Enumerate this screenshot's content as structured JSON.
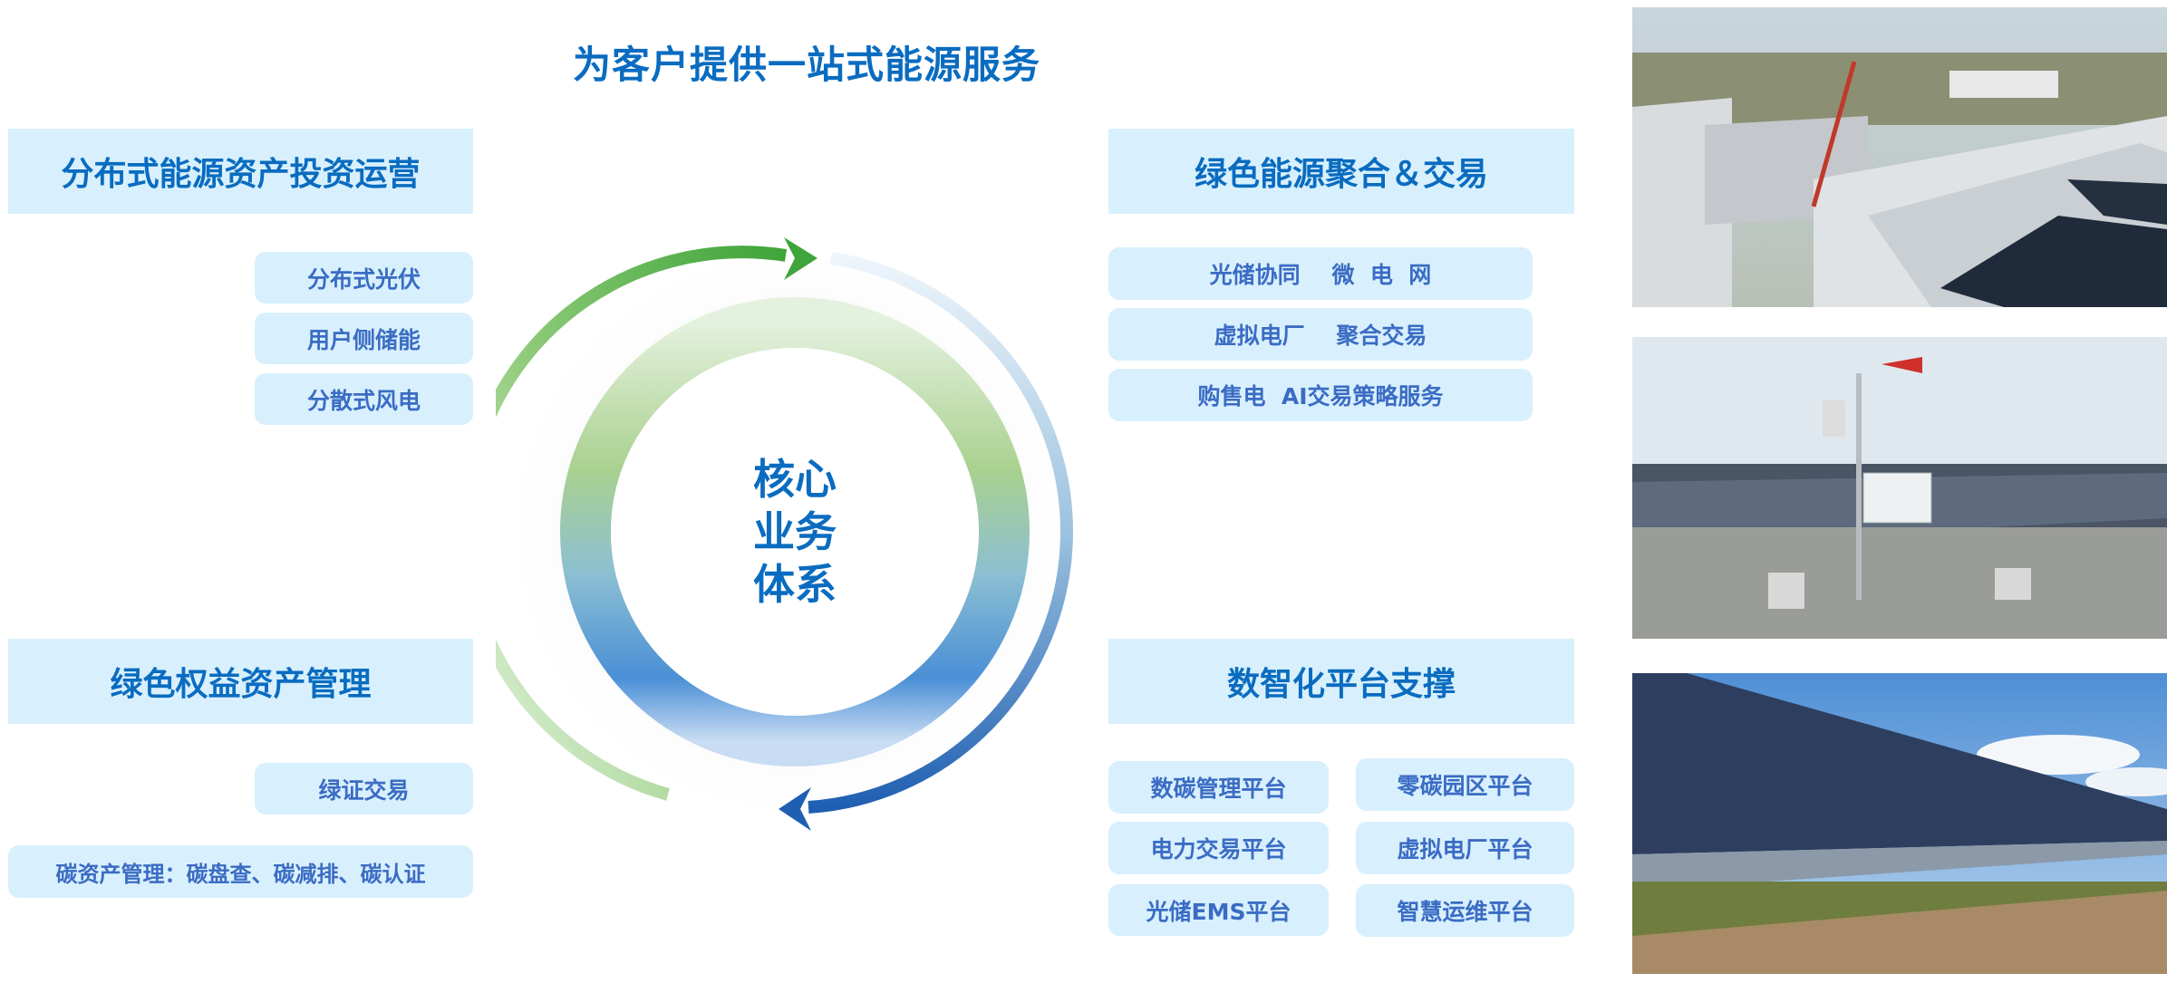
{
  "title": "为客户提供一站式能源服务",
  "center": {
    "line1": "核心",
    "line2": "业务",
    "line3": "体系"
  },
  "sections": {
    "distributed": {
      "header": "分布式能源资产投资运营",
      "items": [
        "分布式光伏",
        "用户侧储能",
        "分散式风电"
      ]
    },
    "green_rights": {
      "header": "绿色权益资产管理",
      "items": [
        "绿证交易",
        "碳资产管理：碳盘查、碳减排、碳认证"
      ]
    },
    "green_trading": {
      "header": "绿色能源聚合＆交易",
      "items": [
        "光储协同    微  电  网",
        "虚拟电厂    聚合交易",
        "购售电  AI交易策略服务"
      ]
    },
    "digital": {
      "header": "数智化平台支撑",
      "items": [
        "数碳管理平台",
        "零碳园区平台",
        "电力交易平台",
        "虚拟电厂平台",
        "光储EMS平台",
        "智慧运维平台"
      ]
    }
  },
  "colors": {
    "accent": "#0a6cc0",
    "box_bg": "#d8f0fd",
    "item_text": "#3b6cc4",
    "green": "#4caf50",
    "blue": "#2a6fc0"
  }
}
